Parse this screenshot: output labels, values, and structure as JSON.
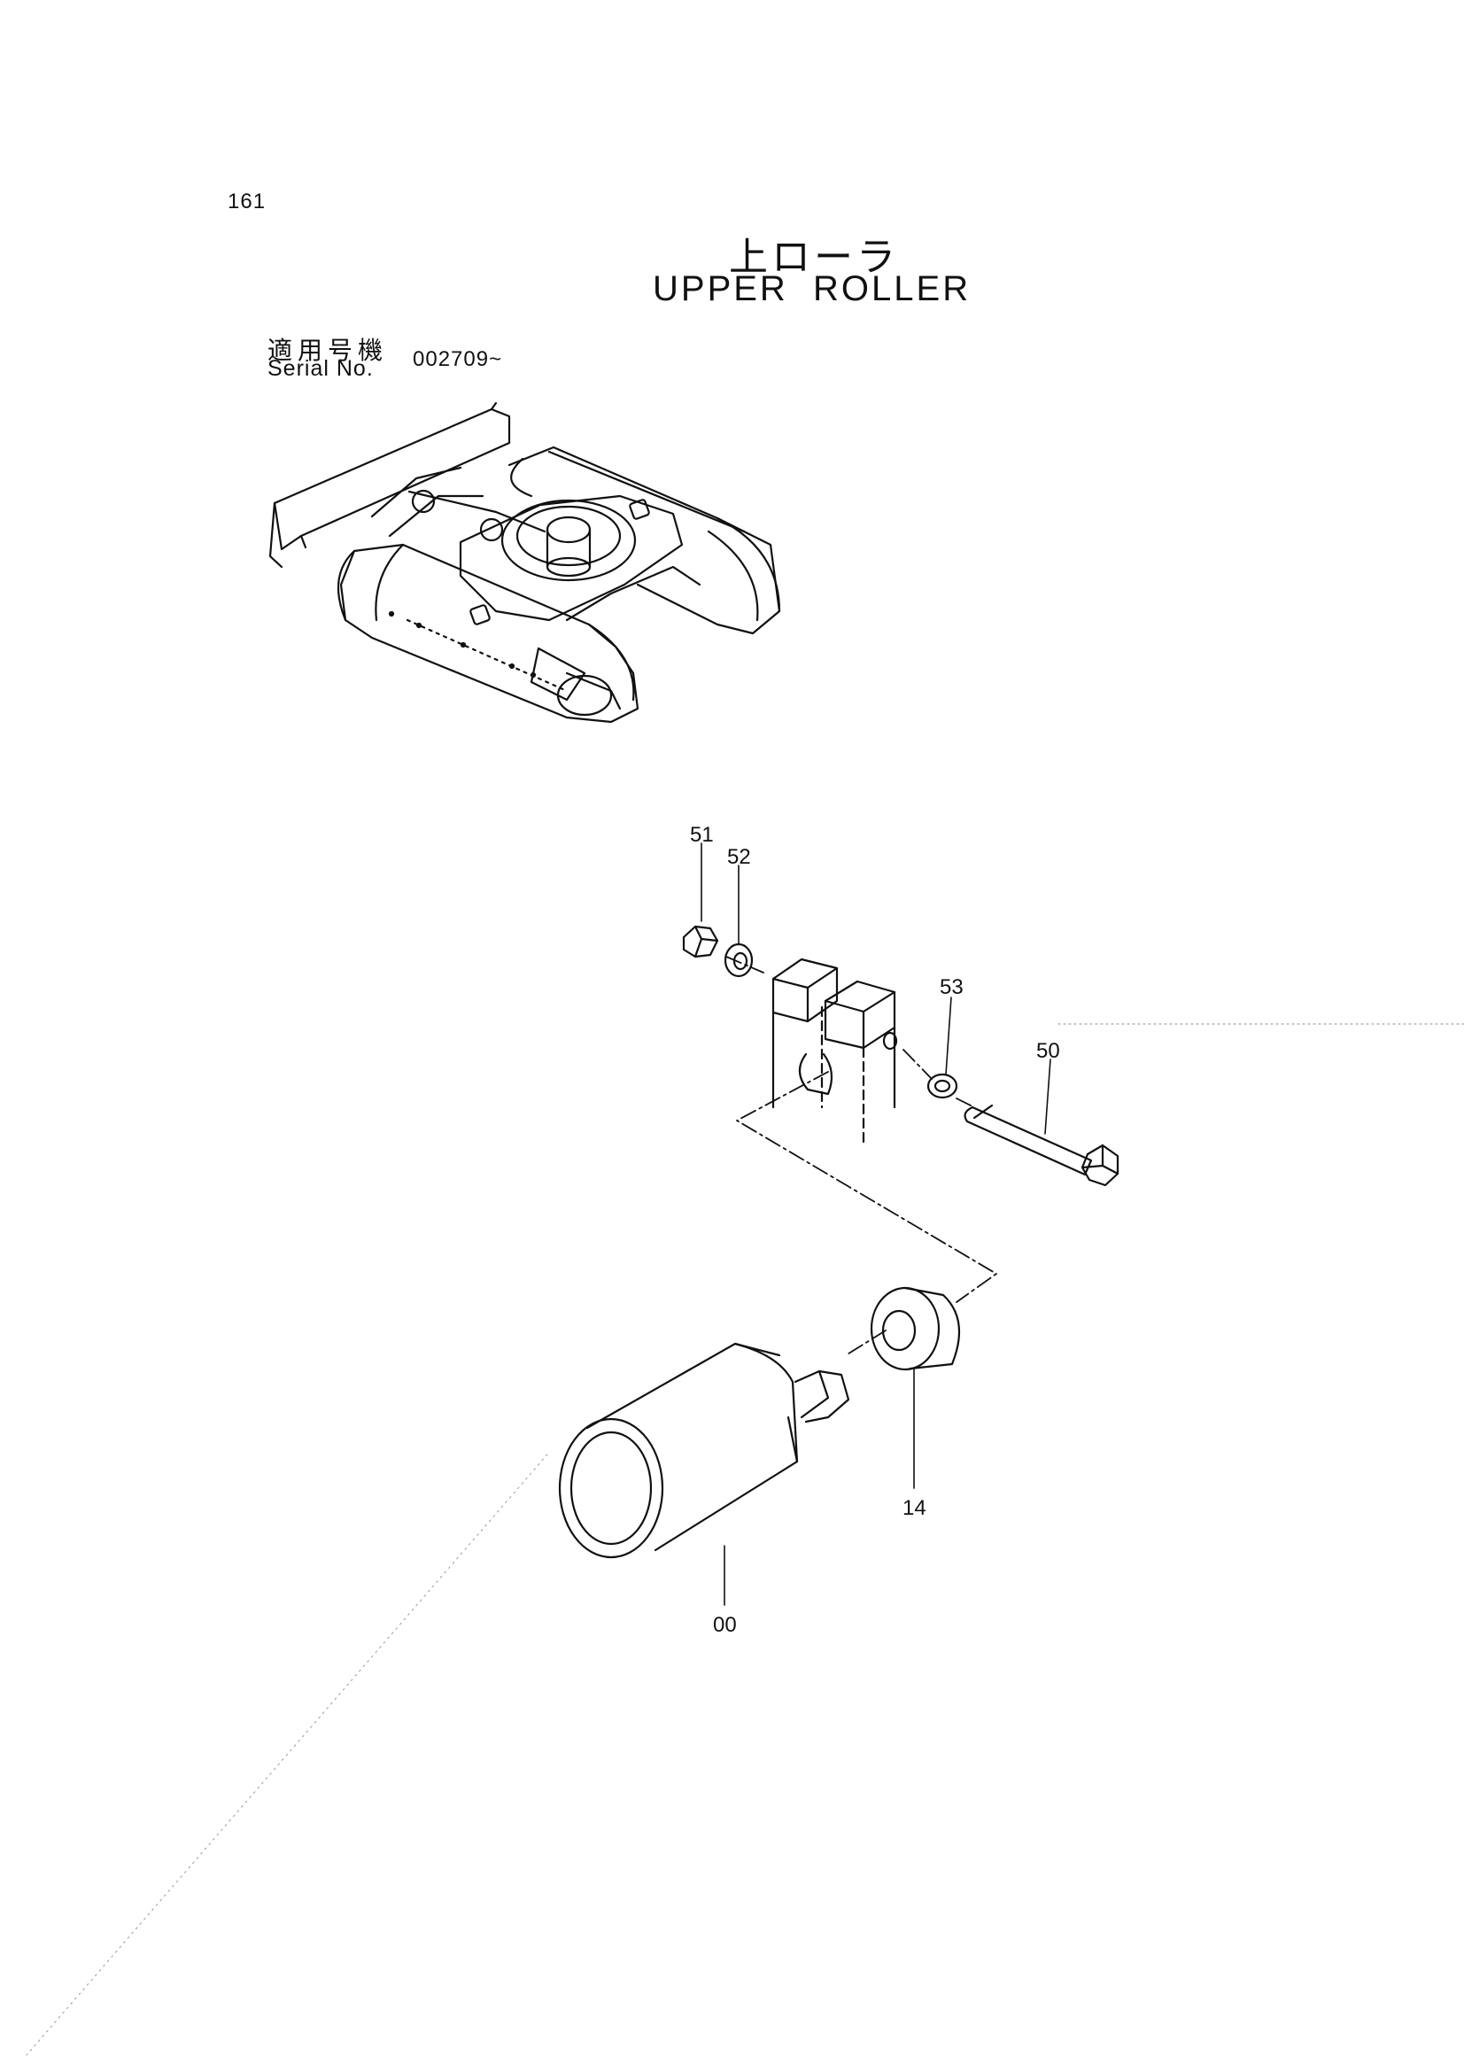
{
  "page": {
    "number": "161"
  },
  "title": {
    "japanese": "上ローラ",
    "english": "UPPER  ROLLER"
  },
  "serial": {
    "label_jp": "適用号機",
    "label_en": "Serial No.",
    "value": "002709~"
  },
  "callouts": {
    "c51": "51",
    "c52": "52",
    "c53": "53",
    "c50": "50",
    "c14": "14",
    "c00": "00"
  }
}
